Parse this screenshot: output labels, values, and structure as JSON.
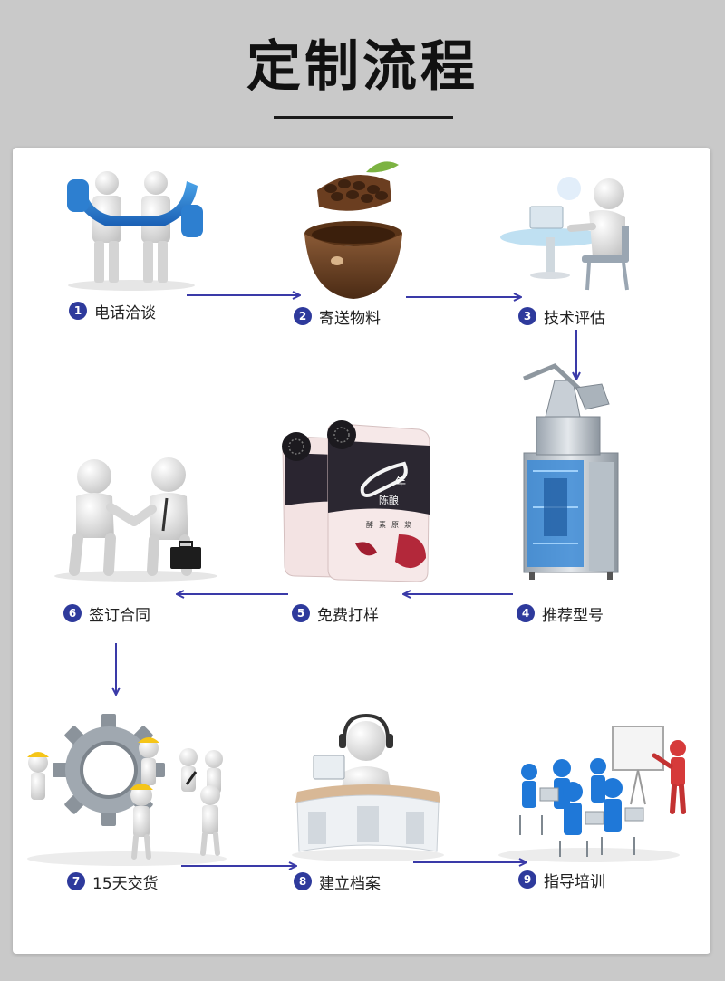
{
  "title": "定制流程",
  "colors": {
    "background": "#c9c9c9",
    "panel": "#ffffff",
    "arrow": "#3a3aa8",
    "badge": "#2e3a9c"
  },
  "steps": [
    {
      "num": "1",
      "label": "电话洽谈",
      "icon": "phone-handshake-icon"
    },
    {
      "num": "2",
      "label": "寄送物料",
      "icon": "coffee-beans-icon"
    },
    {
      "num": "3",
      "label": "技术评估",
      "icon": "technician-desk-icon"
    },
    {
      "num": "4",
      "label": "推荐型号",
      "icon": "packaging-machine-icon"
    },
    {
      "num": "5",
      "label": "免费打样",
      "icon": "sample-bags-icon"
    },
    {
      "num": "6",
      "label": "签订合同",
      "icon": "handshake-icon"
    },
    {
      "num": "7",
      "label": "15天交货",
      "icon": "gear-workers-icon"
    },
    {
      "num": "8",
      "label": "建立档案",
      "icon": "service-desk-icon"
    },
    {
      "num": "9",
      "label": "指导培训",
      "icon": "training-class-icon"
    }
  ],
  "sample_bag": {
    "brand_text": "年",
    "sub_text": "陈酿",
    "tags": [
      "酵",
      "素",
      "原",
      "浆"
    ]
  }
}
